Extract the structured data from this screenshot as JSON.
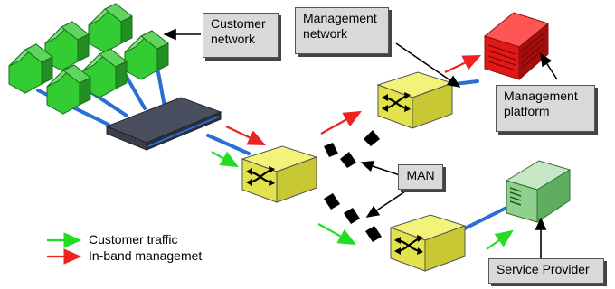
{
  "labels": {
    "customer_network": "Customer\nnetwork",
    "management_network": "Management\nnetwork",
    "management_platform": "Management\nplatform",
    "man": "MAN",
    "service_provider": "Service Provider"
  },
  "legend": {
    "customer_traffic": "Customer traffic",
    "inband_management": "In-band managemet"
  },
  "colors": {
    "customer_traffic_arrow": "#22dd22",
    "inband_management_arrow": "#ee2222",
    "house_green": "#33cc33",
    "switch_yellow": "#eeee55",
    "management_server_red": "#dd1111",
    "service_server_green": "#88cc88",
    "link_blue": "#2a6fd6"
  }
}
